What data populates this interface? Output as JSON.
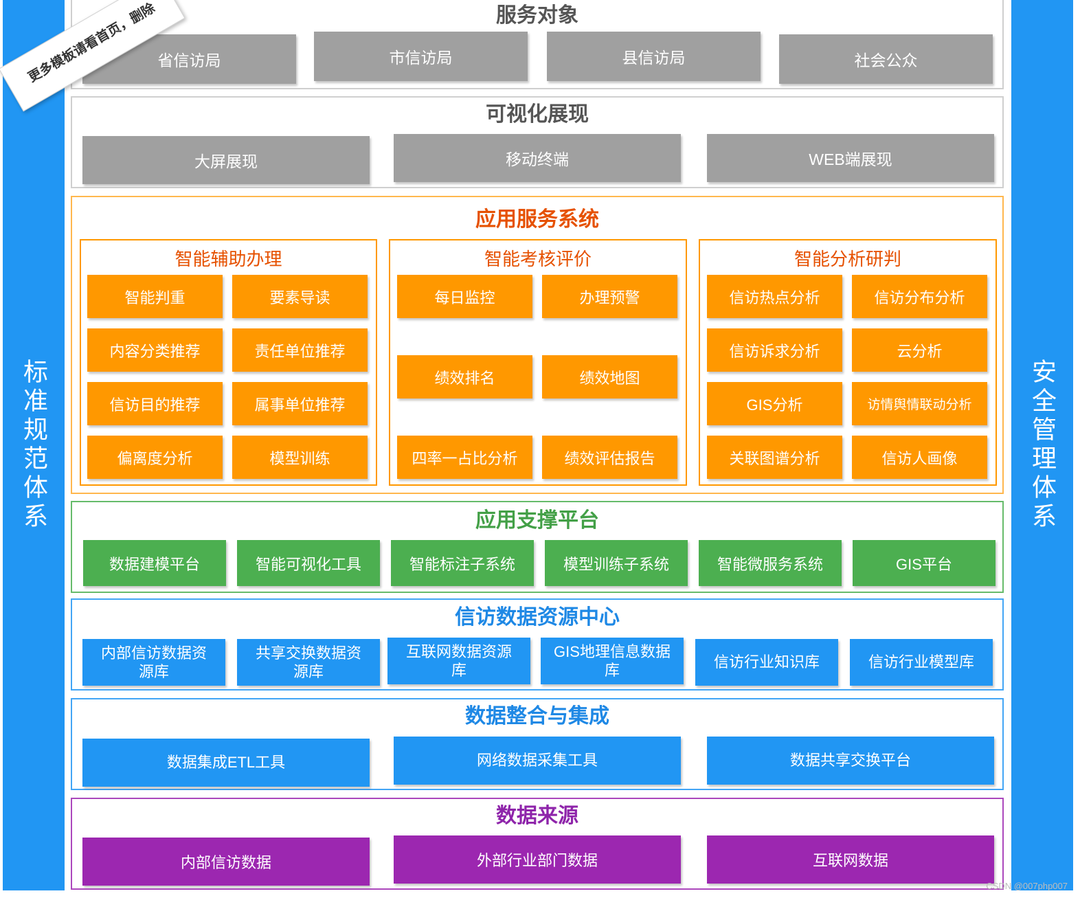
{
  "colors": {
    "pillar": "#2196f3",
    "gray": "#a0a0a0",
    "orange": "#ff9800",
    "orange_title": "#e65100",
    "green": "#4caf50",
    "blue": "#2196f3",
    "purple": "#9c27b0"
  },
  "pillars": {
    "left": "标准规范体系",
    "right": "安全管理体系"
  },
  "badge": "更多模板请看首页，删除",
  "layers": {
    "service_objects": {
      "title": "服务对象",
      "items": [
        "省信访局",
        "市信访局",
        "县信访局",
        "社会公众"
      ]
    },
    "visualization": {
      "title": "可视化展现",
      "items": [
        "大屏展现",
        "移动终端",
        "WEB端展现"
      ]
    },
    "app_services": {
      "title": "应用服务系统",
      "groups": [
        {
          "title": "智能辅助办理",
          "items": [
            "智能判重",
            "要素导读",
            "内容分类推荐",
            "责任单位推荐",
            "信访目的推荐",
            "属事单位推荐",
            "偏离度分析",
            "模型训练"
          ]
        },
        {
          "title": "智能考核评价",
          "items": [
            "每日监控",
            "办理预警",
            "绩效排名",
            "绩效地图",
            "四率一占比分析",
            "绩效评估报告"
          ]
        },
        {
          "title": "智能分析研判",
          "items": [
            "信访热点分析",
            "信访分布分析",
            "信访诉求分析",
            "云分析",
            "GIS分析",
            "访情舆情联动分析",
            "关联图谱分析",
            "信访人画像"
          ]
        }
      ]
    },
    "support_platform": {
      "title": "应用支撑平台",
      "items": [
        "数据建模平台",
        "智能可视化工具",
        "智能标注子系统",
        "模型训练子系统",
        "智能微服务系统",
        "GIS平台"
      ]
    },
    "data_center": {
      "title": "信访数据资源中心",
      "items": [
        "内部信访数据资源库",
        "共享交换数据资源库",
        "互联网数据资源库",
        "GIS地理信息数据库",
        "信访行业知识库",
        "信访行业模型库"
      ]
    },
    "integration": {
      "title": "数据整合与集成",
      "items": [
        "数据集成ETL工具",
        "网络数据采集工具",
        "数据共享交换平台"
      ]
    },
    "data_sources": {
      "title": "数据来源",
      "items": [
        "内部信访数据",
        "外部行业部门数据",
        "互联网数据"
      ]
    }
  },
  "watermark": "CSDN @007php007"
}
